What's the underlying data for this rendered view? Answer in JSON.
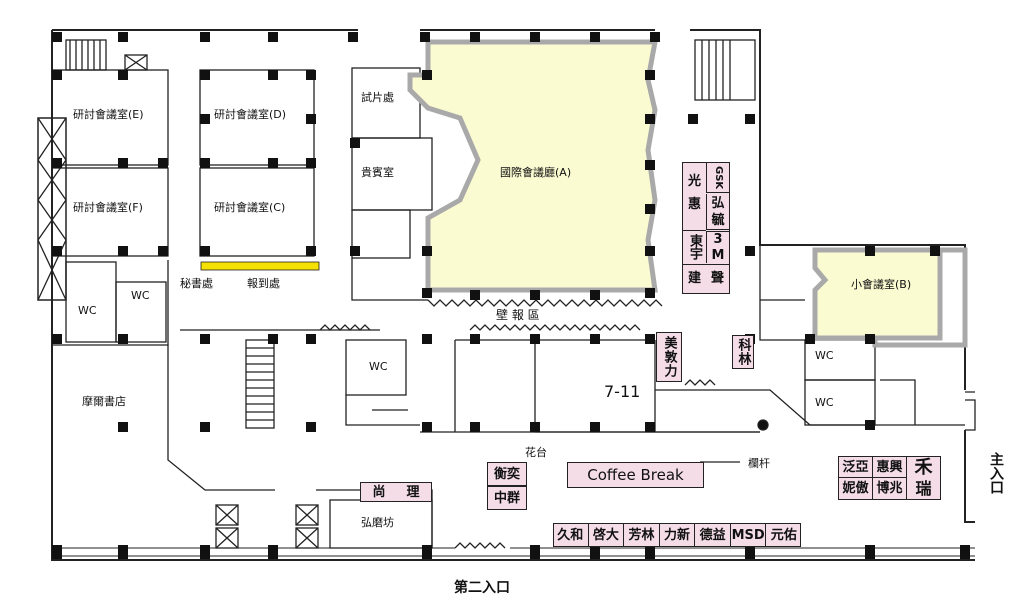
{
  "rooms": {
    "seminar_e": "研討會議室(E)",
    "seminar_d": "研討會議室(D)",
    "seminar_f": "研討會議室(F)",
    "seminar_c": "研討會議室(C)",
    "preview": "試片處",
    "vip": "貴賓室",
    "intl_hall": "國際會議廳(A)",
    "small_hall": "小會議室(B)",
    "secretariat": "秘書處",
    "registration": "報到處",
    "poster_area": "壁 報 區",
    "bookstore": "摩爾書店",
    "convenience_store": "7-11",
    "hongmo": "弘磨坊",
    "flower_stand": "花台",
    "railing": "欄杆",
    "coffee_break": "Coffee Break",
    "wc": "WC"
  },
  "entrances": {
    "main": "主入口",
    "second": "第二入口"
  },
  "booths": {
    "gsk": "GSK",
    "guanghui_top": "光",
    "guanghui_bottom": "惠",
    "honghang_top": "弘",
    "honghang_bottom": "毓",
    "dongyu": "東宇",
    "threem_top": "3",
    "threem_bottom": "M",
    "jiansheng_left": "建",
    "jiansheng_right": "聲",
    "meidunli": "美敦力",
    "kelin": "科林",
    "shangli_left": "尚",
    "shangli_right": "理",
    "hengyi": "衡奕",
    "zhongqun": "中群",
    "fanya": "泛亞",
    "huixing": "惠興",
    "heirui_top": "禾",
    "heirui_bottom": "瑞",
    "niao": "妮傲",
    "bozhao": "博兆",
    "bottom_row": [
      "久和",
      "啓大",
      "芳林",
      "力新",
      "德益",
      "MSD",
      "元佑"
    ]
  },
  "colors": {
    "hall_fill": "#fbfbd2",
    "booth_fill": "#f4dde7",
    "registration_bar": "#f5e100",
    "hall_border": "#a9a9a9"
  }
}
